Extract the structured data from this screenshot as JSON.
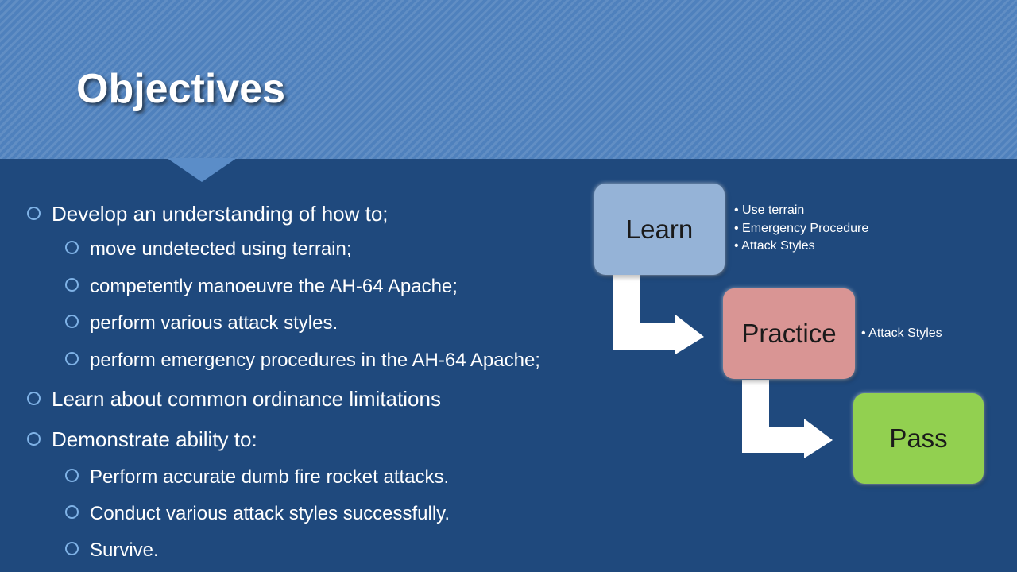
{
  "slide": {
    "title": "Objectives"
  },
  "content": {
    "items": [
      {
        "level": 1,
        "text": "Develop an understanding of how to;"
      },
      {
        "level": 2,
        "text": "move undetected using terrain;"
      },
      {
        "level": 2,
        "text": "competently manoeuvre the AH-64 Apache;"
      },
      {
        "level": 2,
        "text": "perform various attack styles."
      },
      {
        "level": 2,
        "text": "perform emergency procedures in the AH-64 Apache;"
      },
      {
        "level": 1,
        "text": "Learn about common ordinance limitations"
      },
      {
        "level": 1,
        "text": "Demonstrate ability to:"
      },
      {
        "level": 2,
        "text": "Perform accurate dumb fire rocket attacks."
      },
      {
        "level": 2,
        "text": "Conduct various attack styles successfully."
      },
      {
        "level": 2,
        "text": "Survive."
      }
    ]
  },
  "diagram": {
    "learn": {
      "label": "Learn",
      "color": "#95b3d7",
      "details": [
        "• Use terrain",
        "• Emergency  Procedure",
        "• Attack Styles"
      ]
    },
    "practice": {
      "label": "Practice",
      "color": "#d99594",
      "details": [
        "• Attack Styles"
      ]
    },
    "pass": {
      "label": "Pass",
      "color": "#92d050"
    }
  },
  "colors": {
    "background": "#1f497d",
    "header": "#4f81bd",
    "bullet_ring": "#7fb2e6"
  }
}
